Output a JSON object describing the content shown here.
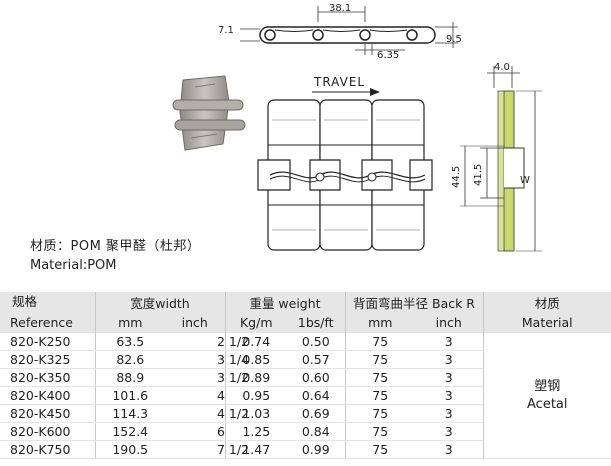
{
  "drawing": {
    "top_view": {
      "pitch": "38.1",
      "left_dim": "7.1",
      "right_dim": "9.5",
      "pin_dim": "6.35"
    },
    "travel_label": "TRAVEL",
    "side_view": {
      "thickness": "4.0",
      "dim_a": "44.5",
      "dim_b": "41.5",
      "width_label": "W"
    }
  },
  "material_note": {
    "chinese": "材质：POM 聚甲醛（杜邦）",
    "english": "Material:POM"
  },
  "table": {
    "headers": {
      "ref_cn": "规格",
      "ref_en": "Reference",
      "width": "宽度width",
      "weight": "重量 weight",
      "backbend": "背面弯曲半径 Back R",
      "material_cn": "材质",
      "material_en": "Material",
      "mm": "mm",
      "inch": "inch",
      "kgm": "Kg/m",
      "lbsft": "1bs/ft",
      "mm2": "mm",
      "inch2": "inch"
    },
    "rows": [
      {
        "ref": "820-K250",
        "mm": "63.5",
        "inch": "2 1/2",
        "kgm": "0.74",
        "lbsft": "0.50",
        "backmm": "75",
        "backinch": "3"
      },
      {
        "ref": "820-K325",
        "mm": "82.6",
        "inch": "3 1/4",
        "kgm": "0.85",
        "lbsft": "0.57",
        "backmm": "75",
        "backinch": "3"
      },
      {
        "ref": "820-K350",
        "mm": "88.9",
        "inch": "3 1/2",
        "kgm": "0.89",
        "lbsft": "0.60",
        "backmm": "75",
        "backinch": "3"
      },
      {
        "ref": "820-K400",
        "mm": "101.6",
        "inch": "4",
        "kgm": "0.95",
        "lbsft": "0.64",
        "backmm": "75",
        "backinch": "3"
      },
      {
        "ref": "820-K450",
        "mm": "114.3",
        "inch": "4 1/2",
        "kgm": "1.03",
        "lbsft": "0.69",
        "backmm": "75",
        "backinch": "3"
      },
      {
        "ref": "820-K600",
        "mm": "152.4",
        "inch": "6",
        "kgm": "1.25",
        "lbsft": "0.84",
        "backmm": "75",
        "backinch": "3"
      },
      {
        "ref": "820-K750",
        "mm": "190.5",
        "inch": "7 1/2",
        "kgm": "1.47",
        "lbsft": "0.99",
        "backmm": "75",
        "backinch": "3"
      }
    ],
    "material_value_cn": "塑钢",
    "material_value_en": "Acetal"
  }
}
